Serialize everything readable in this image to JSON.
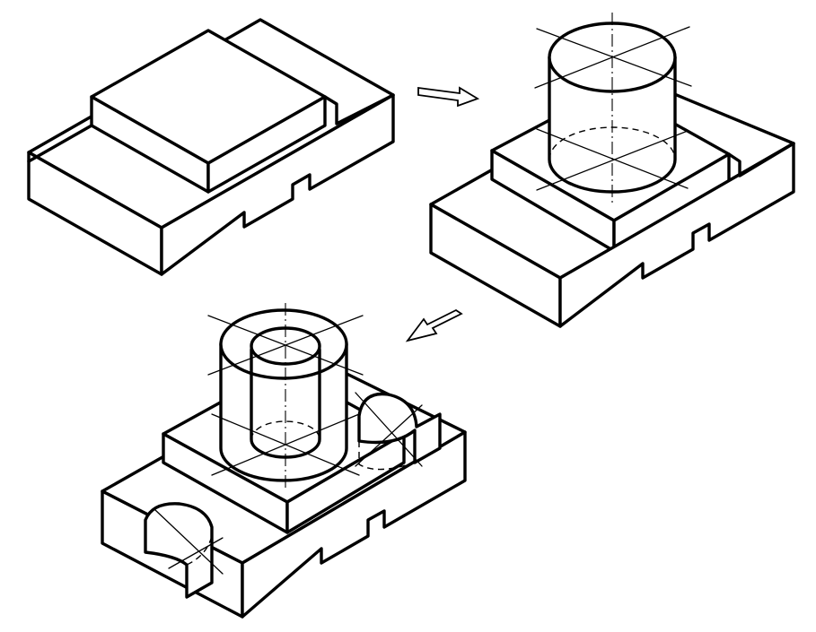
{
  "figure": {
    "stroke_color": "#000000",
    "background_color": "#ffffff",
    "steps": [
      {
        "name": "stepped-base-block"
      },
      {
        "name": "base-with-cylinder"
      },
      {
        "name": "base-with-hollow-boss-and-slots"
      }
    ],
    "arrows": [
      {
        "name": "arrow-right",
        "from": "step-1",
        "to": "step-2"
      },
      {
        "name": "arrow-down-left",
        "from": "step-2",
        "to": "step-3"
      }
    ]
  }
}
